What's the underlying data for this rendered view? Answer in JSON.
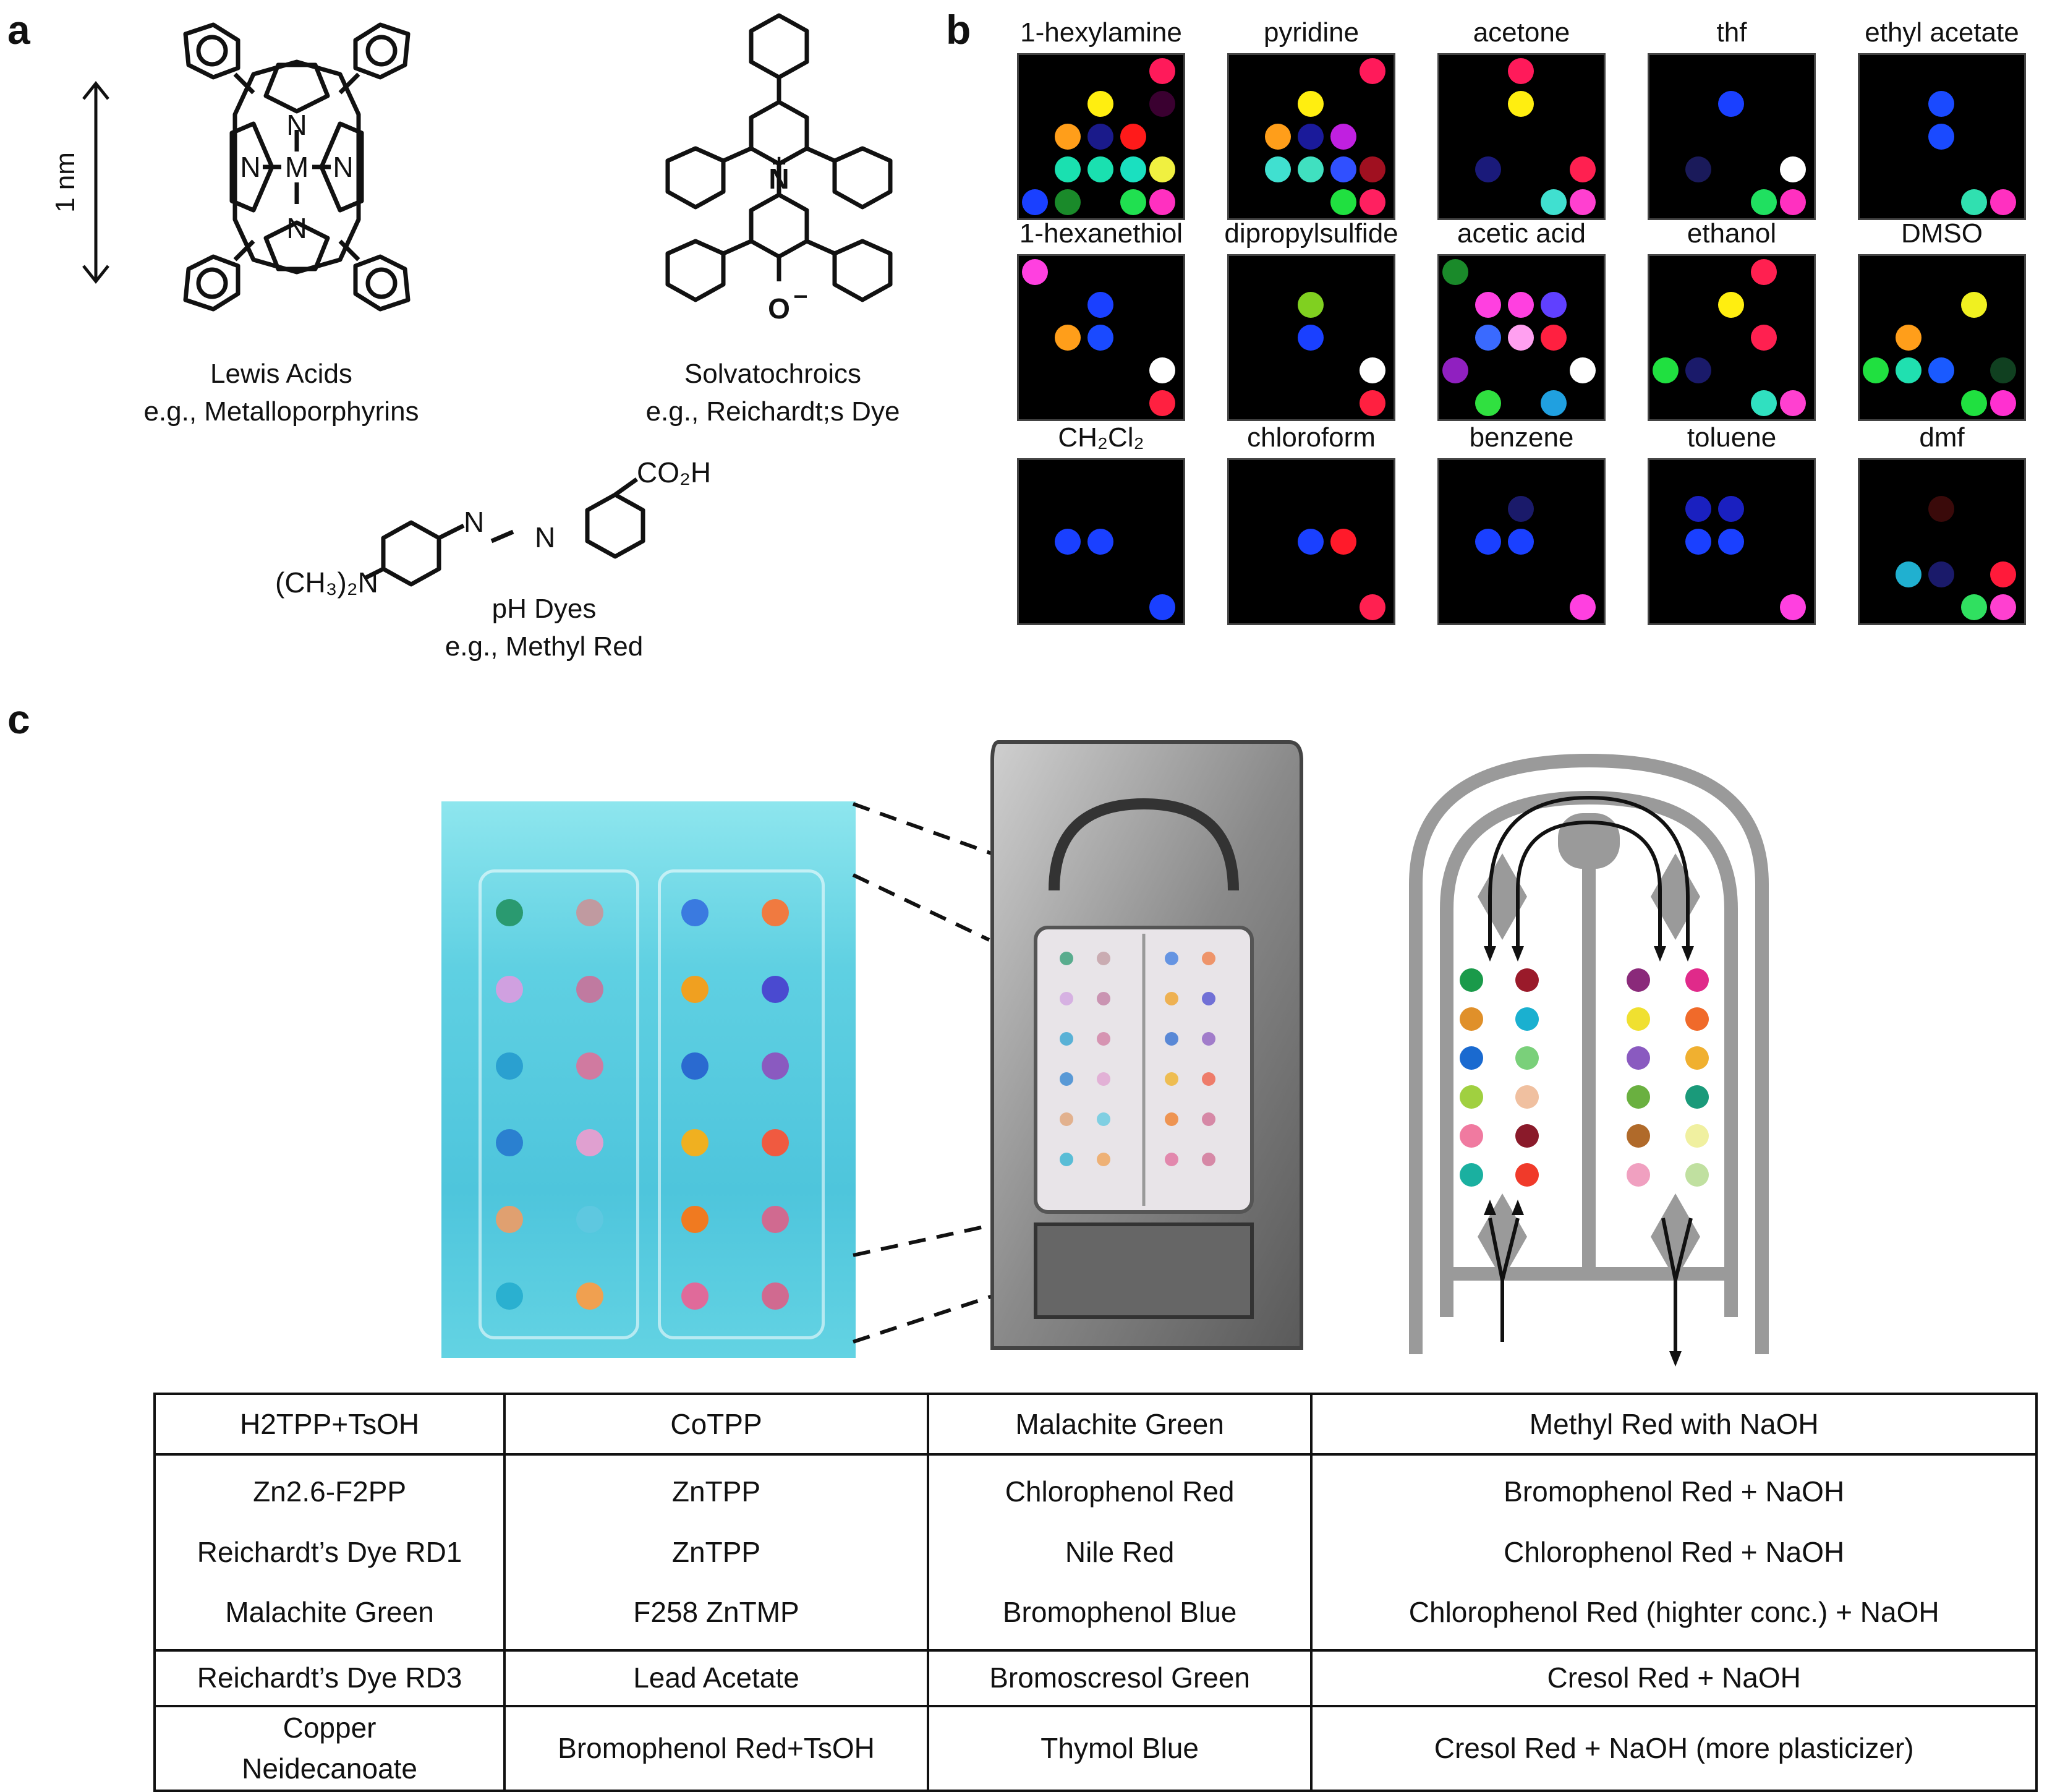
{
  "panels": {
    "a": "a",
    "b": "b",
    "c": "c"
  },
  "panel_a": {
    "porphyrin": {
      "metal": "M",
      "n": "N"
    },
    "scale": "1 nm",
    "lewis": {
      "line1": "Lewis Acids",
      "line2": "e.g., Metalloporphyrins"
    },
    "solva": {
      "line1": "Solvatochroics",
      "line2": "e.g., Reichardt;s Dye",
      "n": "N",
      "plus": "+",
      "o": "O",
      "minus": "−"
    },
    "ph": {
      "line1": "pH Dyes",
      "line2": "e.g., Methyl Red",
      "amine": "(CH₃)₂N",
      "acid": "CO₂H",
      "n1": "N",
      "n2": "N"
    }
  },
  "panel_b": {
    "solvents": [
      {
        "label": "1-hexylamine",
        "dots": [
          [
            "#ff1a5a",
            0.88,
            0.1
          ],
          [
            "#3a0030",
            0.88,
            0.3
          ],
          [
            "#ffee10",
            0.5,
            0.3
          ],
          [
            "#ff9e1a",
            0.3,
            0.5
          ],
          [
            "#1a1a8a",
            0.5,
            0.5
          ],
          [
            "#ff1a1a",
            0.7,
            0.5
          ],
          [
            "#1ae0b0",
            0.3,
            0.7
          ],
          [
            "#1ae0b0",
            0.5,
            0.7
          ],
          [
            "#1ae0c0",
            0.7,
            0.7
          ],
          [
            "#f0f040",
            0.88,
            0.7
          ],
          [
            "#1a40ff",
            0.1,
            0.9
          ],
          [
            "#1a8a2a",
            0.3,
            0.9
          ],
          [
            "#20e050",
            0.7,
            0.9
          ],
          [
            "#ff30c0",
            0.88,
            0.9
          ]
        ]
      },
      {
        "label": "pyridine",
        "dots": [
          [
            "#ff1a5a",
            0.88,
            0.1
          ],
          [
            "#ffee10",
            0.5,
            0.3
          ],
          [
            "#ff9e1a",
            0.3,
            0.5
          ],
          [
            "#1a1a9a",
            0.5,
            0.5
          ],
          [
            "#c020e0",
            0.7,
            0.5
          ],
          [
            "#40e0d0",
            0.3,
            0.7
          ],
          [
            "#40e0c0",
            0.5,
            0.7
          ],
          [
            "#3050ff",
            0.7,
            0.7
          ],
          [
            "#a01020",
            0.88,
            0.7
          ],
          [
            "#20e040",
            0.7,
            0.9
          ],
          [
            "#ff2060",
            0.88,
            0.9
          ]
        ]
      },
      {
        "label": "acetone",
        "dots": [
          [
            "#ff1a5a",
            0.5,
            0.1
          ],
          [
            "#ffee10",
            0.5,
            0.3
          ],
          [
            "#1a1a7a",
            0.3,
            0.7
          ],
          [
            "#ff2050",
            0.88,
            0.7
          ],
          [
            "#40e0d0",
            0.7,
            0.9
          ],
          [
            "#ff40d0",
            0.88,
            0.9
          ]
        ]
      },
      {
        "label": "thf",
        "dots": [
          [
            "#1a40ff",
            0.5,
            0.3
          ],
          [
            "#1a1a5a",
            0.3,
            0.7
          ],
          [
            "#ffffff",
            0.88,
            0.7
          ],
          [
            "#20e060",
            0.7,
            0.9
          ],
          [
            "#ff30c0",
            0.88,
            0.9
          ]
        ]
      },
      {
        "label": "ethyl acetate",
        "dots": [
          [
            "#1a4aff",
            0.5,
            0.3
          ],
          [
            "#1a4aff",
            0.5,
            0.5
          ],
          [
            "#30e0b0",
            0.7,
            0.9
          ],
          [
            "#ff30c0",
            0.88,
            0.9
          ]
        ]
      },
      {
        "label": "1-hexanethiol",
        "dots": [
          [
            "#ff40e0",
            0.1,
            0.1
          ],
          [
            "#1a40ff",
            0.5,
            0.3
          ],
          [
            "#ff9e1a",
            0.3,
            0.5
          ],
          [
            "#1a4aff",
            0.5,
            0.5
          ],
          [
            "#ffffff",
            0.88,
            0.7
          ],
          [
            "#ff2040",
            0.88,
            0.9
          ]
        ]
      },
      {
        "label": "dipropylsulfide",
        "dots": [
          [
            "#80d020",
            0.5,
            0.3
          ],
          [
            "#1a40ff",
            0.5,
            0.5
          ],
          [
            "#ffffff",
            0.88,
            0.7
          ],
          [
            "#ff2040",
            0.88,
            0.9
          ]
        ]
      },
      {
        "label": "acetic acid",
        "dots": [
          [
            "#1a8a2a",
            0.1,
            0.1
          ],
          [
            "#ff40e0",
            0.3,
            0.3
          ],
          [
            "#ff40e0",
            0.5,
            0.3
          ],
          [
            "#6040ff",
            0.7,
            0.3
          ],
          [
            "#3a6aff",
            0.3,
            0.5
          ],
          [
            "#ffa0f0",
            0.5,
            0.5
          ],
          [
            "#ff2040",
            0.7,
            0.5
          ],
          [
            "#9020c0",
            0.1,
            0.7
          ],
          [
            "#ffffff",
            0.88,
            0.7
          ],
          [
            "#30e040",
            0.3,
            0.9
          ],
          [
            "#20a0e0",
            0.7,
            0.9
          ]
        ]
      },
      {
        "label": "ethanol",
        "dots": [
          [
            "#ff2050",
            0.7,
            0.1
          ],
          [
            "#ffee10",
            0.5,
            0.3
          ],
          [
            "#ff2050",
            0.7,
            0.5
          ],
          [
            "#20e040",
            0.1,
            0.7
          ],
          [
            "#1a1a6a",
            0.3,
            0.7
          ],
          [
            "#30e0c0",
            0.7,
            0.9
          ],
          [
            "#ff40d0",
            0.88,
            0.9
          ]
        ]
      },
      {
        "label": "DMSO",
        "dots": [
          [
            "#f0f020",
            0.7,
            0.3
          ],
          [
            "#ff9e1a",
            0.3,
            0.5
          ],
          [
            "#20e040",
            0.1,
            0.7
          ],
          [
            "#20e0b0",
            0.3,
            0.7
          ],
          [
            "#1a5aff",
            0.5,
            0.7
          ],
          [
            "#104020",
            0.88,
            0.7
          ],
          [
            "#20e040",
            0.7,
            0.9
          ],
          [
            "#ff30d0",
            0.88,
            0.9
          ]
        ]
      },
      {
        "label": "CH₂Cl₂",
        "dots": [
          [
            "#1a40ff",
            0.3,
            0.5
          ],
          [
            "#1a40ff",
            0.5,
            0.5
          ],
          [
            "#1a40ff",
            0.88,
            0.9
          ]
        ]
      },
      {
        "label": "chloroform",
        "dots": [
          [
            "#1a40ff",
            0.5,
            0.5
          ],
          [
            "#ff1a2a",
            0.7,
            0.5
          ],
          [
            "#ff2050",
            0.88,
            0.9
          ]
        ]
      },
      {
        "label": "benzene",
        "dots": [
          [
            "#1a1a6a",
            0.5,
            0.3
          ],
          [
            "#1a40ff",
            0.3,
            0.5
          ],
          [
            "#1a40ff",
            0.5,
            0.5
          ],
          [
            "#ff40e0",
            0.88,
            0.9
          ]
        ]
      },
      {
        "label": "toluene",
        "dots": [
          [
            "#1a20c0",
            0.3,
            0.3
          ],
          [
            "#1a20c0",
            0.5,
            0.3
          ],
          [
            "#1a40ff",
            0.3,
            0.5
          ],
          [
            "#1a40ff",
            0.5,
            0.5
          ],
          [
            "#ff40e0",
            0.88,
            0.9
          ]
        ]
      },
      {
        "label": "dmf",
        "dots": [
          [
            "#3a0a0a",
            0.5,
            0.3
          ],
          [
            "#20b0d0",
            0.3,
            0.7
          ],
          [
            "#1a1a6a",
            0.5,
            0.7
          ],
          [
            "#ff1a3a",
            0.88,
            0.7
          ],
          [
            "#30e060",
            0.7,
            0.9
          ],
          [
            "#ff40d0",
            0.88,
            0.9
          ]
        ]
      }
    ]
  },
  "panel_c": {
    "photo_spots": [
      [
        "#2a9a70",
        "#c09aa0",
        "#3a7ae0",
        "#f07a40"
      ],
      [
        "#d0a0e0",
        "#c07aa0",
        "#f0a020",
        "#4a4ad0"
      ],
      [
        "#2aa0d0",
        "#d07aa0",
        "#2a6ad0",
        "#8a5ac0"
      ],
      [
        "#2a80d0",
        "#e0a0d0",
        "#f0b020",
        "#f05a40"
      ],
      [
        "#e0a070",
        "#5ec8e0",
        "#f07a20",
        "#d06a90"
      ],
      [
        "#2ab0d0",
        "#f0a050",
        "#e06a9a",
        "#d06a90"
      ]
    ],
    "schematic_spots": [
      [
        "#1a9a4a",
        "#9a1a2a",
        "#8a2a7a",
        "#e02a8a"
      ],
      [
        "#e0902a",
        "#1ab0d0",
        "#f0e030",
        "#f06a2a"
      ],
      [
        "#1a6ad0",
        "#7ad07a",
        "#8a5ac0",
        "#f0b030"
      ],
      [
        "#a0d040",
        "#f0c0a0",
        "#6ab040",
        "#1a9a7a"
      ],
      [
        "#f07aa0",
        "#8a1a2a",
        "#b06a2a",
        "#f0f0a0"
      ],
      [
        "#1ab0a0",
        "#f03a2a",
        "#f0a0c0",
        "#c0e0a0"
      ]
    ],
    "table": [
      [
        [
          "H2TPP+TsOH"
        ],
        [
          "CoTPP"
        ],
        [
          "Malachite Green"
        ],
        [
          "Methyl Red with NaOH"
        ]
      ],
      [
        [
          "Zn2.6-F2PP",
          "Reichardt’s Dye RD1",
          "Malachite Green"
        ],
        [
          "ZnTPP",
          "ZnTPP",
          "F258 ZnTMP"
        ],
        [
          "Chlorophenol Red",
          "Nile Red",
          "Bromophenol Blue"
        ],
        [
          "Bromophenol Red + NaOH",
          "Chlorophenol Red + NaOH",
          "Chlorophenol Red (highter conc.) + NaOH"
        ]
      ],
      [
        [
          "Reichardt’s Dye RD3"
        ],
        [
          "Lead Acetate"
        ],
        [
          "Bromoscresol Green"
        ],
        [
          "Cresol Red + NaOH"
        ]
      ],
      [
        [
          "Copper",
          "Neidecanoate"
        ],
        [
          "Bromophenol Red+TsOH"
        ],
        [
          "Thymol Blue"
        ],
        [
          "Cresol Red + NaOH (more plasticizer)"
        ]
      ]
    ]
  }
}
